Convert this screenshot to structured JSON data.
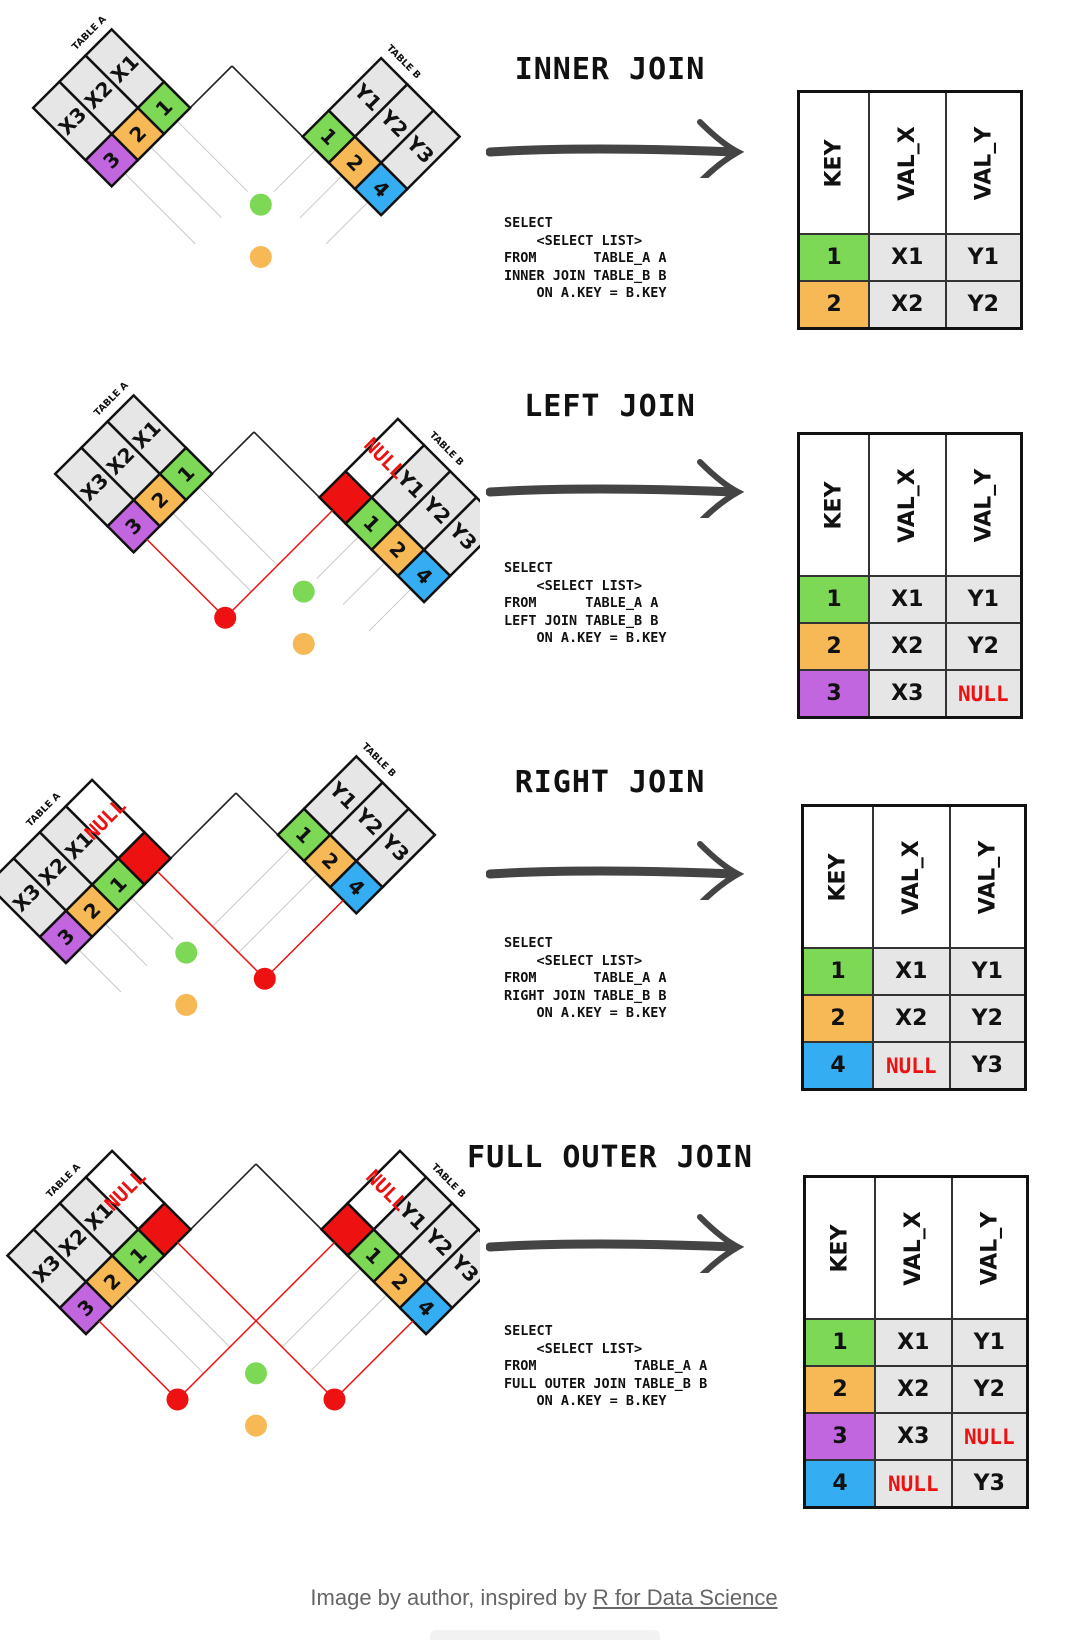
{
  "colors": {
    "key1": "#7dd856",
    "key2": "#f7b955",
    "key3": "#c266e0",
    "key4": "#34adf2",
    "null_box": "#ee1111",
    "value_cell": "#e6e6e6",
    "dot_green": "#7dd856",
    "dot_orange": "#f7b955",
    "dot_red": "#ee1111"
  },
  "labels": {
    "table_a": "TABLE A",
    "table_b": "TABLE B",
    "null": "NULL"
  },
  "headers": [
    "KEY",
    "VAL_X",
    "VAL_Y"
  ],
  "joins": [
    {
      "title": "INNER JOIN",
      "sql": "SELECT\n    <SELECT LIST>\nFROM       TABLE_A A\nINNER JOIN TABLE_B B\n    ON A.KEY = B.KEY",
      "rows": [
        {
          "key": "1",
          "color": "key1",
          "x": "X1",
          "y": "Y1"
        },
        {
          "key": "2",
          "color": "key2",
          "x": "X2",
          "y": "Y2"
        }
      ]
    },
    {
      "title": "LEFT JOIN",
      "sql": "SELECT\n    <SELECT LIST>\nFROM      TABLE_A A\nLEFT JOIN TABLE_B B\n    ON A.KEY = B.KEY",
      "rows": [
        {
          "key": "1",
          "color": "key1",
          "x": "X1",
          "y": "Y1"
        },
        {
          "key": "2",
          "color": "key2",
          "x": "X2",
          "y": "Y2"
        },
        {
          "key": "3",
          "color": "key3",
          "x": "X3",
          "y": "NULL"
        }
      ]
    },
    {
      "title": "RIGHT JOIN",
      "sql": "SELECT\n    <SELECT LIST>\nFROM       TABLE_A A\nRIGHT JOIN TABLE_B B\n    ON A.KEY = B.KEY",
      "rows": [
        {
          "key": "1",
          "color": "key1",
          "x": "X1",
          "y": "Y1"
        },
        {
          "key": "2",
          "color": "key2",
          "x": "X2",
          "y": "Y2"
        },
        {
          "key": "4",
          "color": "key4",
          "x": "NULL",
          "y": "Y3"
        }
      ]
    },
    {
      "title": "FULL OUTER JOIN",
      "sql": "SELECT\n    <SELECT LIST>\nFROM            TABLE_A A\nFULL OUTER JOIN TABLE_B B\n    ON A.KEY = B.KEY",
      "rows": [
        {
          "key": "1",
          "color": "key1",
          "x": "X1",
          "y": "Y1"
        },
        {
          "key": "2",
          "color": "key2",
          "x": "X2",
          "y": "Y2"
        },
        {
          "key": "3",
          "color": "key3",
          "x": "X3",
          "y": "NULL"
        },
        {
          "key": "4",
          "color": "key4",
          "x": "NULL",
          "y": "Y3"
        }
      ]
    }
  ],
  "table_a_values": [
    "X1",
    "X2",
    "X3"
  ],
  "table_a_keys": [
    "1",
    "2",
    "3"
  ],
  "table_b_values": [
    "Y1",
    "Y2",
    "Y3"
  ],
  "table_b_keys": [
    "1",
    "2",
    "4"
  ],
  "caption": {
    "prefix": "Image by author, inspired by ",
    "link_text": "R for Data Science"
  }
}
